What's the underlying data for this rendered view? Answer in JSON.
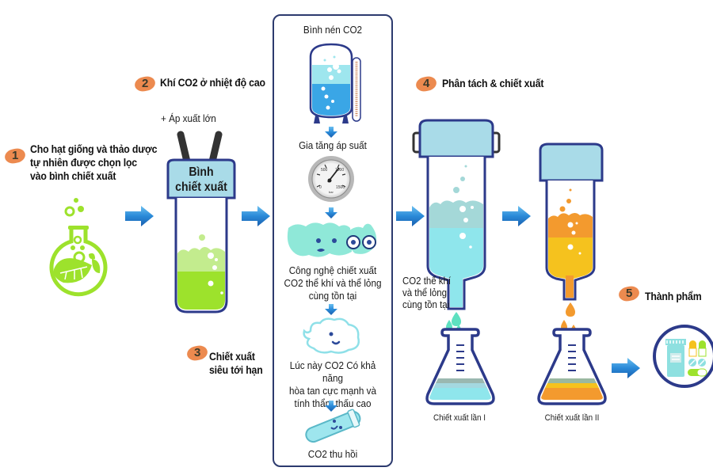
{
  "steps": [
    {
      "number": "1",
      "title": [
        "Cho hạt giống và thảo dược",
        "tự nhiên được chọn lọc",
        "vào bình chiết xuất"
      ]
    },
    {
      "number": "2",
      "title": [
        "Khí CO2 ở nhiệt độ cao"
      ],
      "sub": "+ Áp xuất lớn"
    },
    {
      "number": "3",
      "title": [
        "Chiết xuất",
        "siêu tới hạn"
      ]
    },
    {
      "number": "4",
      "title": [
        "Phân tách & chiết xuất"
      ]
    },
    {
      "number": "5",
      "title": [
        "Thành phẩm"
      ]
    }
  ],
  "vessel": {
    "label": [
      "Bình",
      "chiết xuất"
    ]
  },
  "panel": {
    "tank_label": "Bình nén CO2",
    "pressure_label": "Gia tăng áp suất",
    "gauge": {
      "ticks": [
        "500",
        "1000",
        "0",
        "1500"
      ],
      "unit": "bar"
    },
    "tech_label": [
      "Công nghệ chiết xuất",
      "CO2 thể khí và thể lỏng",
      "cùng tồn tại"
    ],
    "dissolve_label": [
      "Lúc này CO2 Có khả năng",
      "hòa tan cực mạnh và",
      "tính thẩm thấu cao"
    ],
    "recover_label": "CO2 thu hồi"
  },
  "separator": {
    "note": [
      "CO2 thể khí",
      "và thể lỏng",
      "cùng tồn tại"
    ]
  },
  "flasks": [
    {
      "caption": "Chiết xuất lần I"
    },
    {
      "caption": "Chiết xuất lần II"
    }
  ],
  "colors": {
    "badge": "#ec8a4f",
    "arrow": "#2e86d6",
    "outline": "#2c3a8a",
    "green": "#9de22c",
    "cyan": "#7fe0e6",
    "orange": "#f39a2e",
    "yellow": "#f5c518"
  }
}
